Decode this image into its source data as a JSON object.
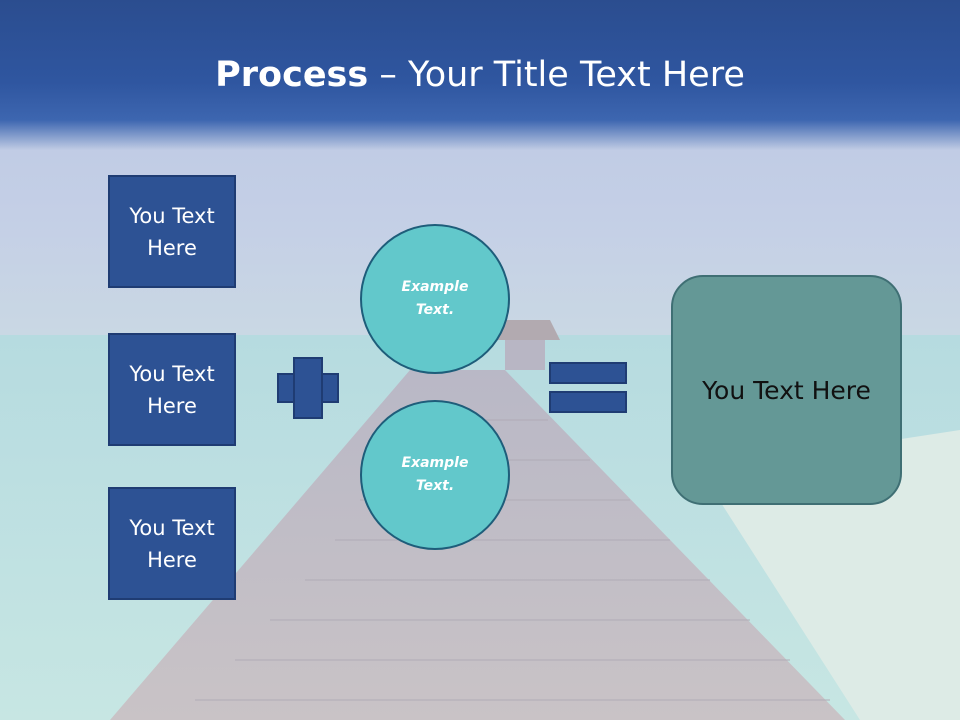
{
  "title": {
    "bold": "Process",
    "rest": " – Your Title Text Here"
  },
  "left_boxes": [
    {
      "label": "You Text Here"
    },
    {
      "label": "You Text Here"
    },
    {
      "label": "You Text Here"
    }
  ],
  "circles": [
    {
      "label": "Example Text."
    },
    {
      "label": "Example Text."
    }
  ],
  "result": {
    "label": "You Text Here"
  },
  "colors": {
    "title_band": "#2f56a0",
    "box_fill": "#2d5294",
    "circle_fill": "#62c8cb",
    "result_fill": "#649896"
  },
  "icons": {
    "operator_plus": "plus-icon",
    "operator_equals": "equals-icon"
  }
}
